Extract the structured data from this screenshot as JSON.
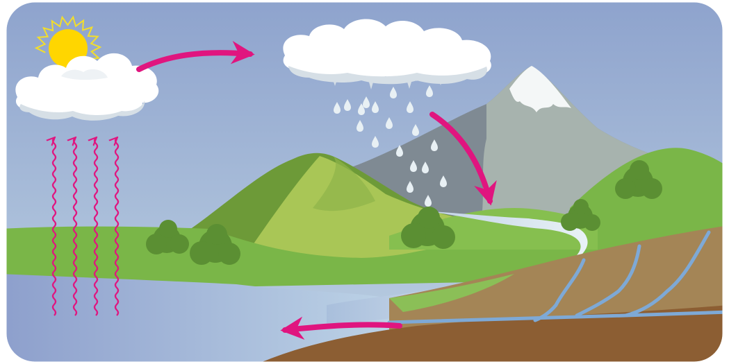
{
  "diagram": {
    "type": "water-cycle",
    "stages": [
      {
        "name": "evaporation",
        "arrow_count": 4
      },
      {
        "name": "transport"
      },
      {
        "name": "precipitation",
        "raindrop_count": 19
      },
      {
        "name": "runoff"
      },
      {
        "name": "groundwater",
        "channel_count": 3
      },
      {
        "name": "collection"
      }
    ],
    "elements": [
      "sun",
      "cloud-left",
      "cloud-right",
      "mountain-snow",
      "mountain-green",
      "lake",
      "river",
      "trees",
      "soil"
    ],
    "colors": {
      "sky_top": "#8ea3cd",
      "sky_bottom": "#b9cde0",
      "arrow": "#e0157f",
      "sun": "#ffd600",
      "sun_rays": "#f3de2a",
      "cloud": "#ffffff",
      "cloud_shadow": "#d6dfe6",
      "rain": "#e8f0f4",
      "water": "#98b0d4",
      "river": "#c8dce8",
      "grass": "#7ab648",
      "hill_dark": "#6d9a38",
      "hill_light": "#a9c656",
      "mountain_dark": "#7f8a93",
      "mountain_light": "#a7b3ae",
      "snow": "#f4f7f7",
      "tree": "#5b8f33",
      "soil_top": "#a48556",
      "soil_bottom": "#8c5e33",
      "groundwater": "#7ea9d6"
    }
  }
}
